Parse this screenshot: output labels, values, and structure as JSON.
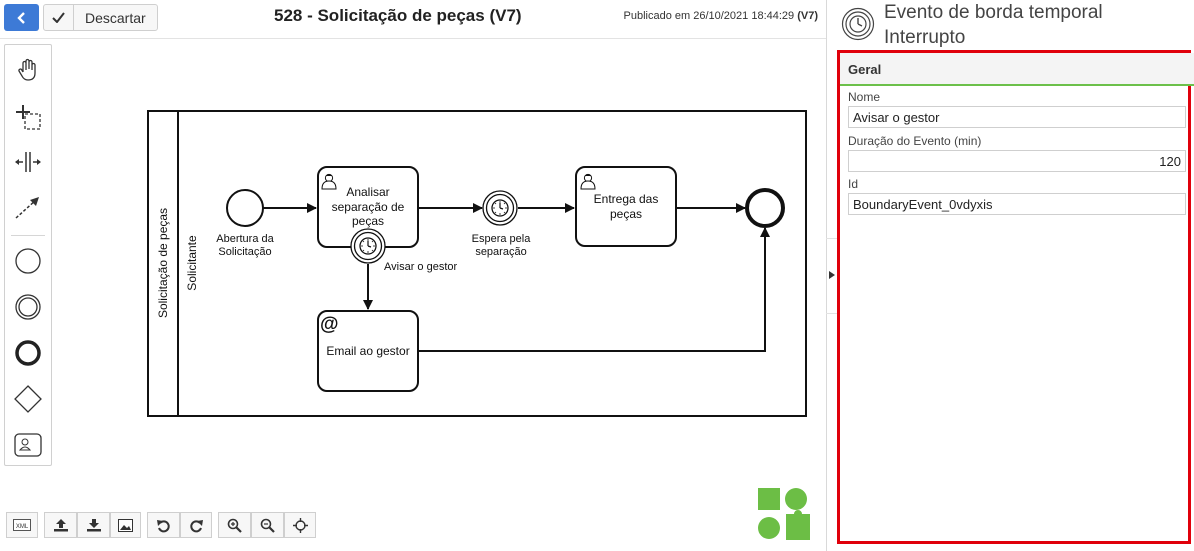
{
  "header": {
    "discard_label": "Descartar",
    "title": "528 - Solicitação de peças (V7)",
    "published_prefix": "Publicado em 26/10/2021 18:44:29",
    "published_version": "(V7)"
  },
  "palette": {
    "tools": [
      "hand-tool",
      "lasso-tool",
      "space-tool",
      "connect-tool",
      "start-event",
      "intermediate-event",
      "end-event",
      "gateway",
      "user-task"
    ]
  },
  "diagram": {
    "pool_label": "Solicitação de peças",
    "lane_label": "Solicitante",
    "start_event_label": [
      "Abertura da",
      "Solicitação"
    ],
    "task_analyze_label": [
      "Analisar",
      "separação de",
      "peças"
    ],
    "boundary_label": "Avisar o gestor",
    "timer_label": [
      "Espera pela",
      "separação"
    ],
    "task_deliver_label": [
      "Entrega das",
      "peças"
    ],
    "task_email_label": "Email ao gestor",
    "email_marker": "@"
  },
  "bottom_toolbar": {
    "xml_label": "XML",
    "buttons": [
      "import",
      "export",
      "image",
      "undo",
      "redo",
      "zoom-in",
      "zoom-out",
      "recenter"
    ]
  },
  "panel": {
    "title": "Evento de borda temporal Interrupto",
    "section": "Geral",
    "fields": {
      "name_label": "Nome",
      "name_value": "Avisar o gestor",
      "duration_label": "Duração do Evento (min)",
      "duration_value": "120",
      "id_label": "Id",
      "id_value": "BoundaryEvent_0vdyxis"
    }
  },
  "colors": {
    "accent": "#3d7ad6",
    "highlight": "#e0000b",
    "section_underline": "#6cc04a",
    "logo": "#6cbe45"
  }
}
